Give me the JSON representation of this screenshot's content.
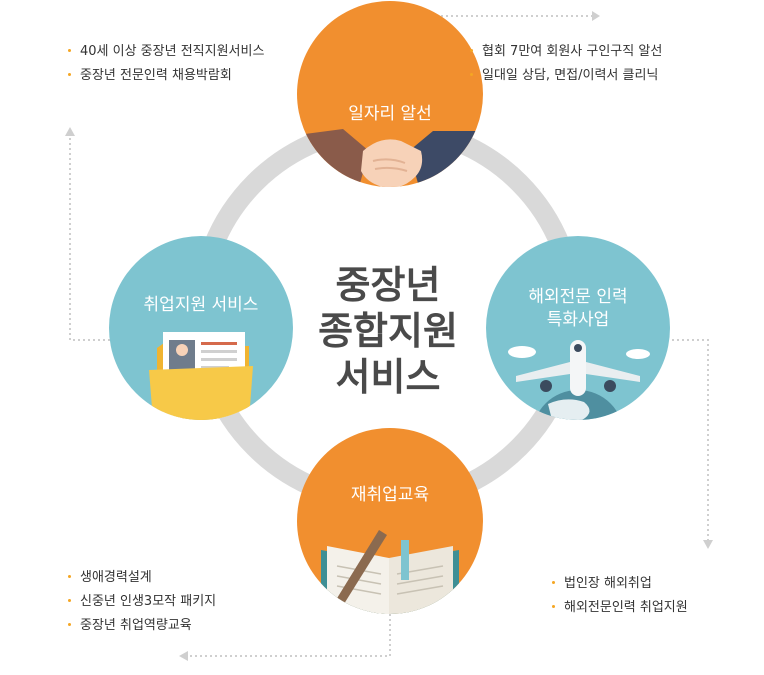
{
  "center": {
    "line1": "중장년",
    "line2": "종합지원",
    "line3": "서비스"
  },
  "nodes": {
    "top": {
      "title": "일자리 알선"
    },
    "right": {
      "title_line1": "해외전문 인력",
      "title_line2": "특화사업"
    },
    "left": {
      "title": "취업지원 서비스"
    },
    "bottom": {
      "title": "재취업교육"
    }
  },
  "lists": {
    "top_left": [
      "40세 이상 중장년 전직지원서비스",
      "중장년 전문인력 채용박람회"
    ],
    "top_right": [
      "협회 7만여 회원사 구인구직 알선",
      "일대일 상담, 면접/이력서 클리닉"
    ],
    "bottom_left": [
      "생애경력설계",
      "신중년 인생3모작 패키지",
      "중장년 취업역량교육"
    ],
    "bottom_right": [
      "법인장 해외취업",
      "해외전문인력 취업지원"
    ]
  },
  "colors": {
    "orange": "#f18f2f",
    "teal": "#7ec4d0",
    "ring": "#d9d9d9",
    "bullet": "#f5a623",
    "connector": "#cfcfcf"
  }
}
